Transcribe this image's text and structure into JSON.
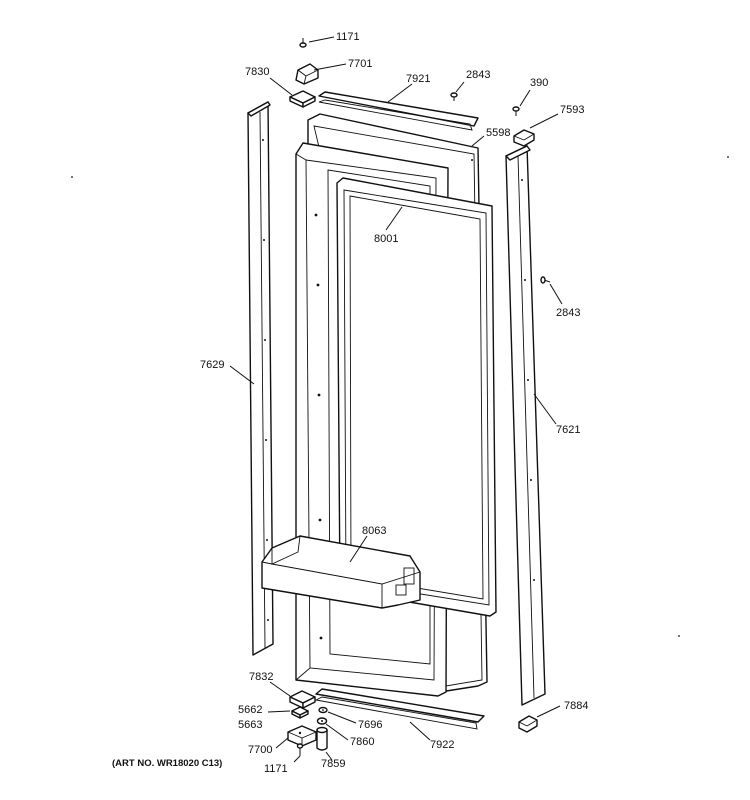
{
  "callouts": {
    "c1171_top": "1171",
    "c7701": "7701",
    "c7830": "7830",
    "c7921": "7921",
    "c2843_top": "2843",
    "c390": "390",
    "c7593": "7593",
    "c5598": "5598",
    "c8001": "8001",
    "c2843_right": "2843",
    "c7629": "7629",
    "c7621": "7621",
    "c8063": "8063",
    "c7832": "7832",
    "c5662": "5662",
    "c5663": "5663",
    "c7696": "7696",
    "c7884": "7884",
    "c7700": "7700",
    "c7860": "7860",
    "c7922": "7922",
    "c1171_bottom": "1171",
    "c7859": "7859"
  },
  "art_number": "(ART NO. WR18020 C13)"
}
